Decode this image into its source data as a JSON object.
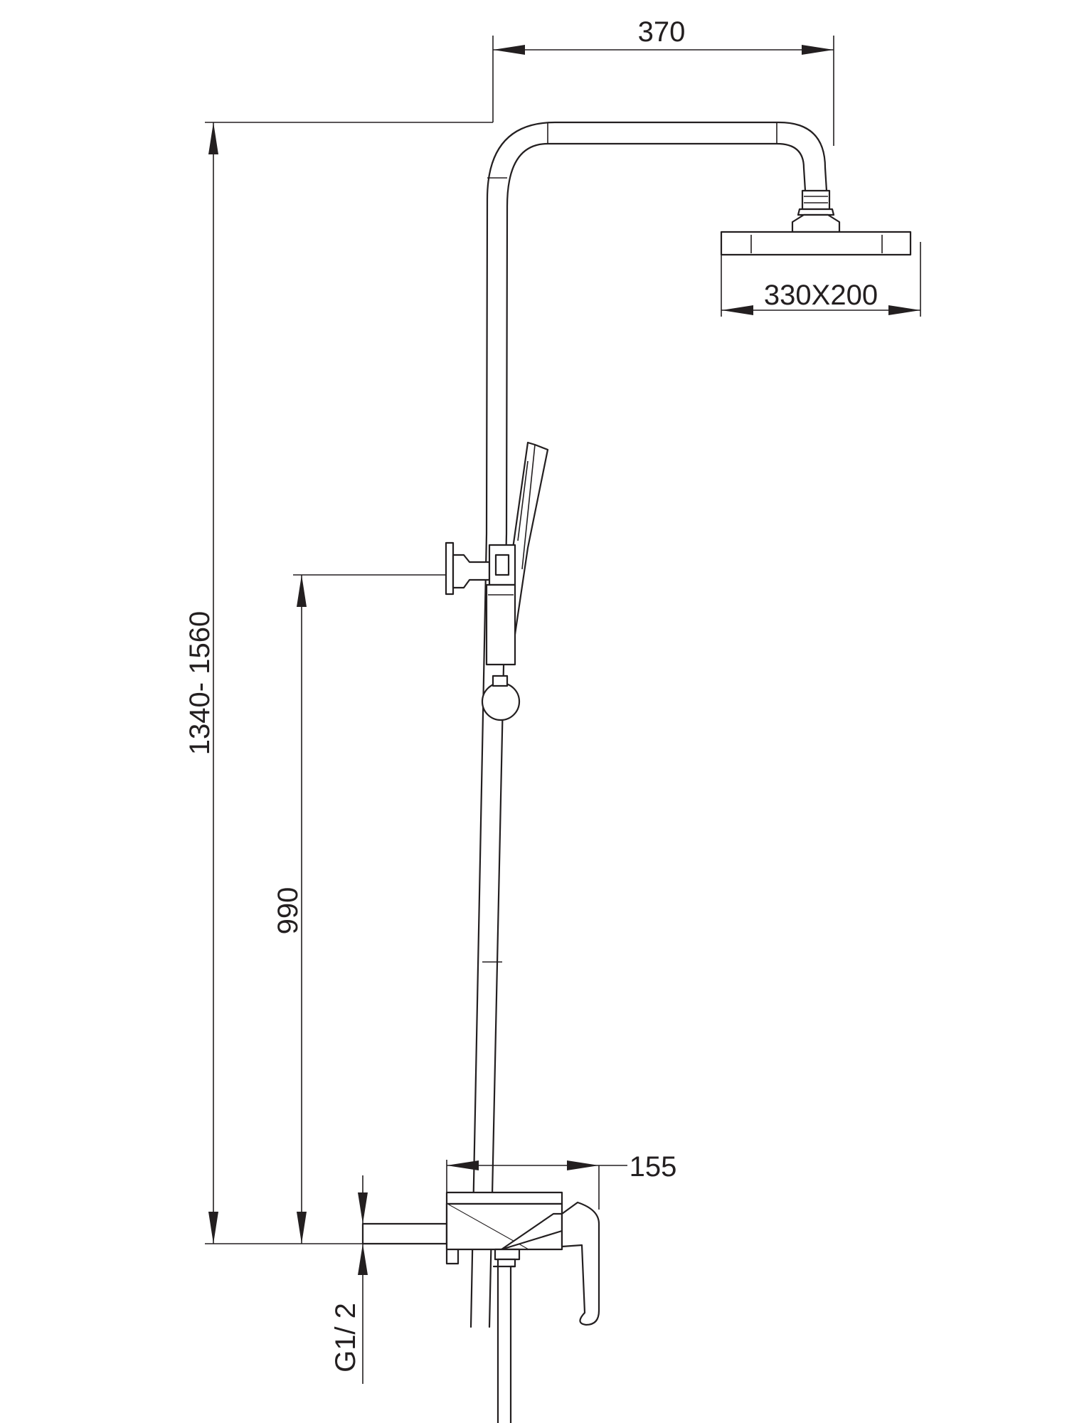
{
  "dimensions": {
    "head_reach": "370",
    "head_size": "330X200",
    "total_height": "1340- 1560",
    "holder_height": "990",
    "mixer_width": "155",
    "inlet_thread": "G1/ 2"
  },
  "colors": {
    "line": "#231f20",
    "background": "#ffffff"
  }
}
